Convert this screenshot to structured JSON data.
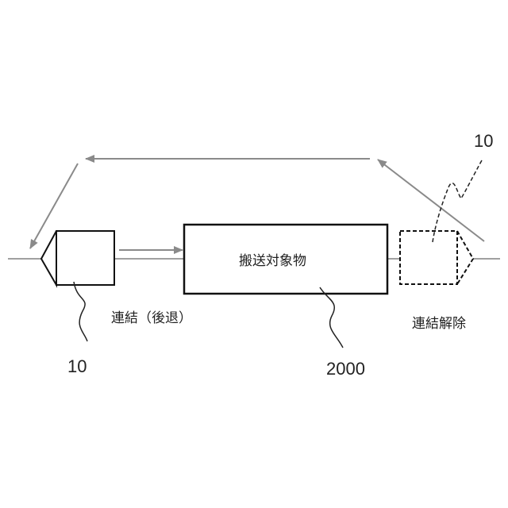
{
  "labels": {
    "object": "搬送対象物",
    "couple_reverse": "連結（後退）",
    "decouple": "連結解除",
    "ref_vehicle_left": "10",
    "ref_vehicle_right": "10",
    "ref_object": "2000"
  },
  "colors": {
    "line": "#a0a0a0",
    "arrow": "#8a8a8a",
    "shape": "#111111"
  }
}
